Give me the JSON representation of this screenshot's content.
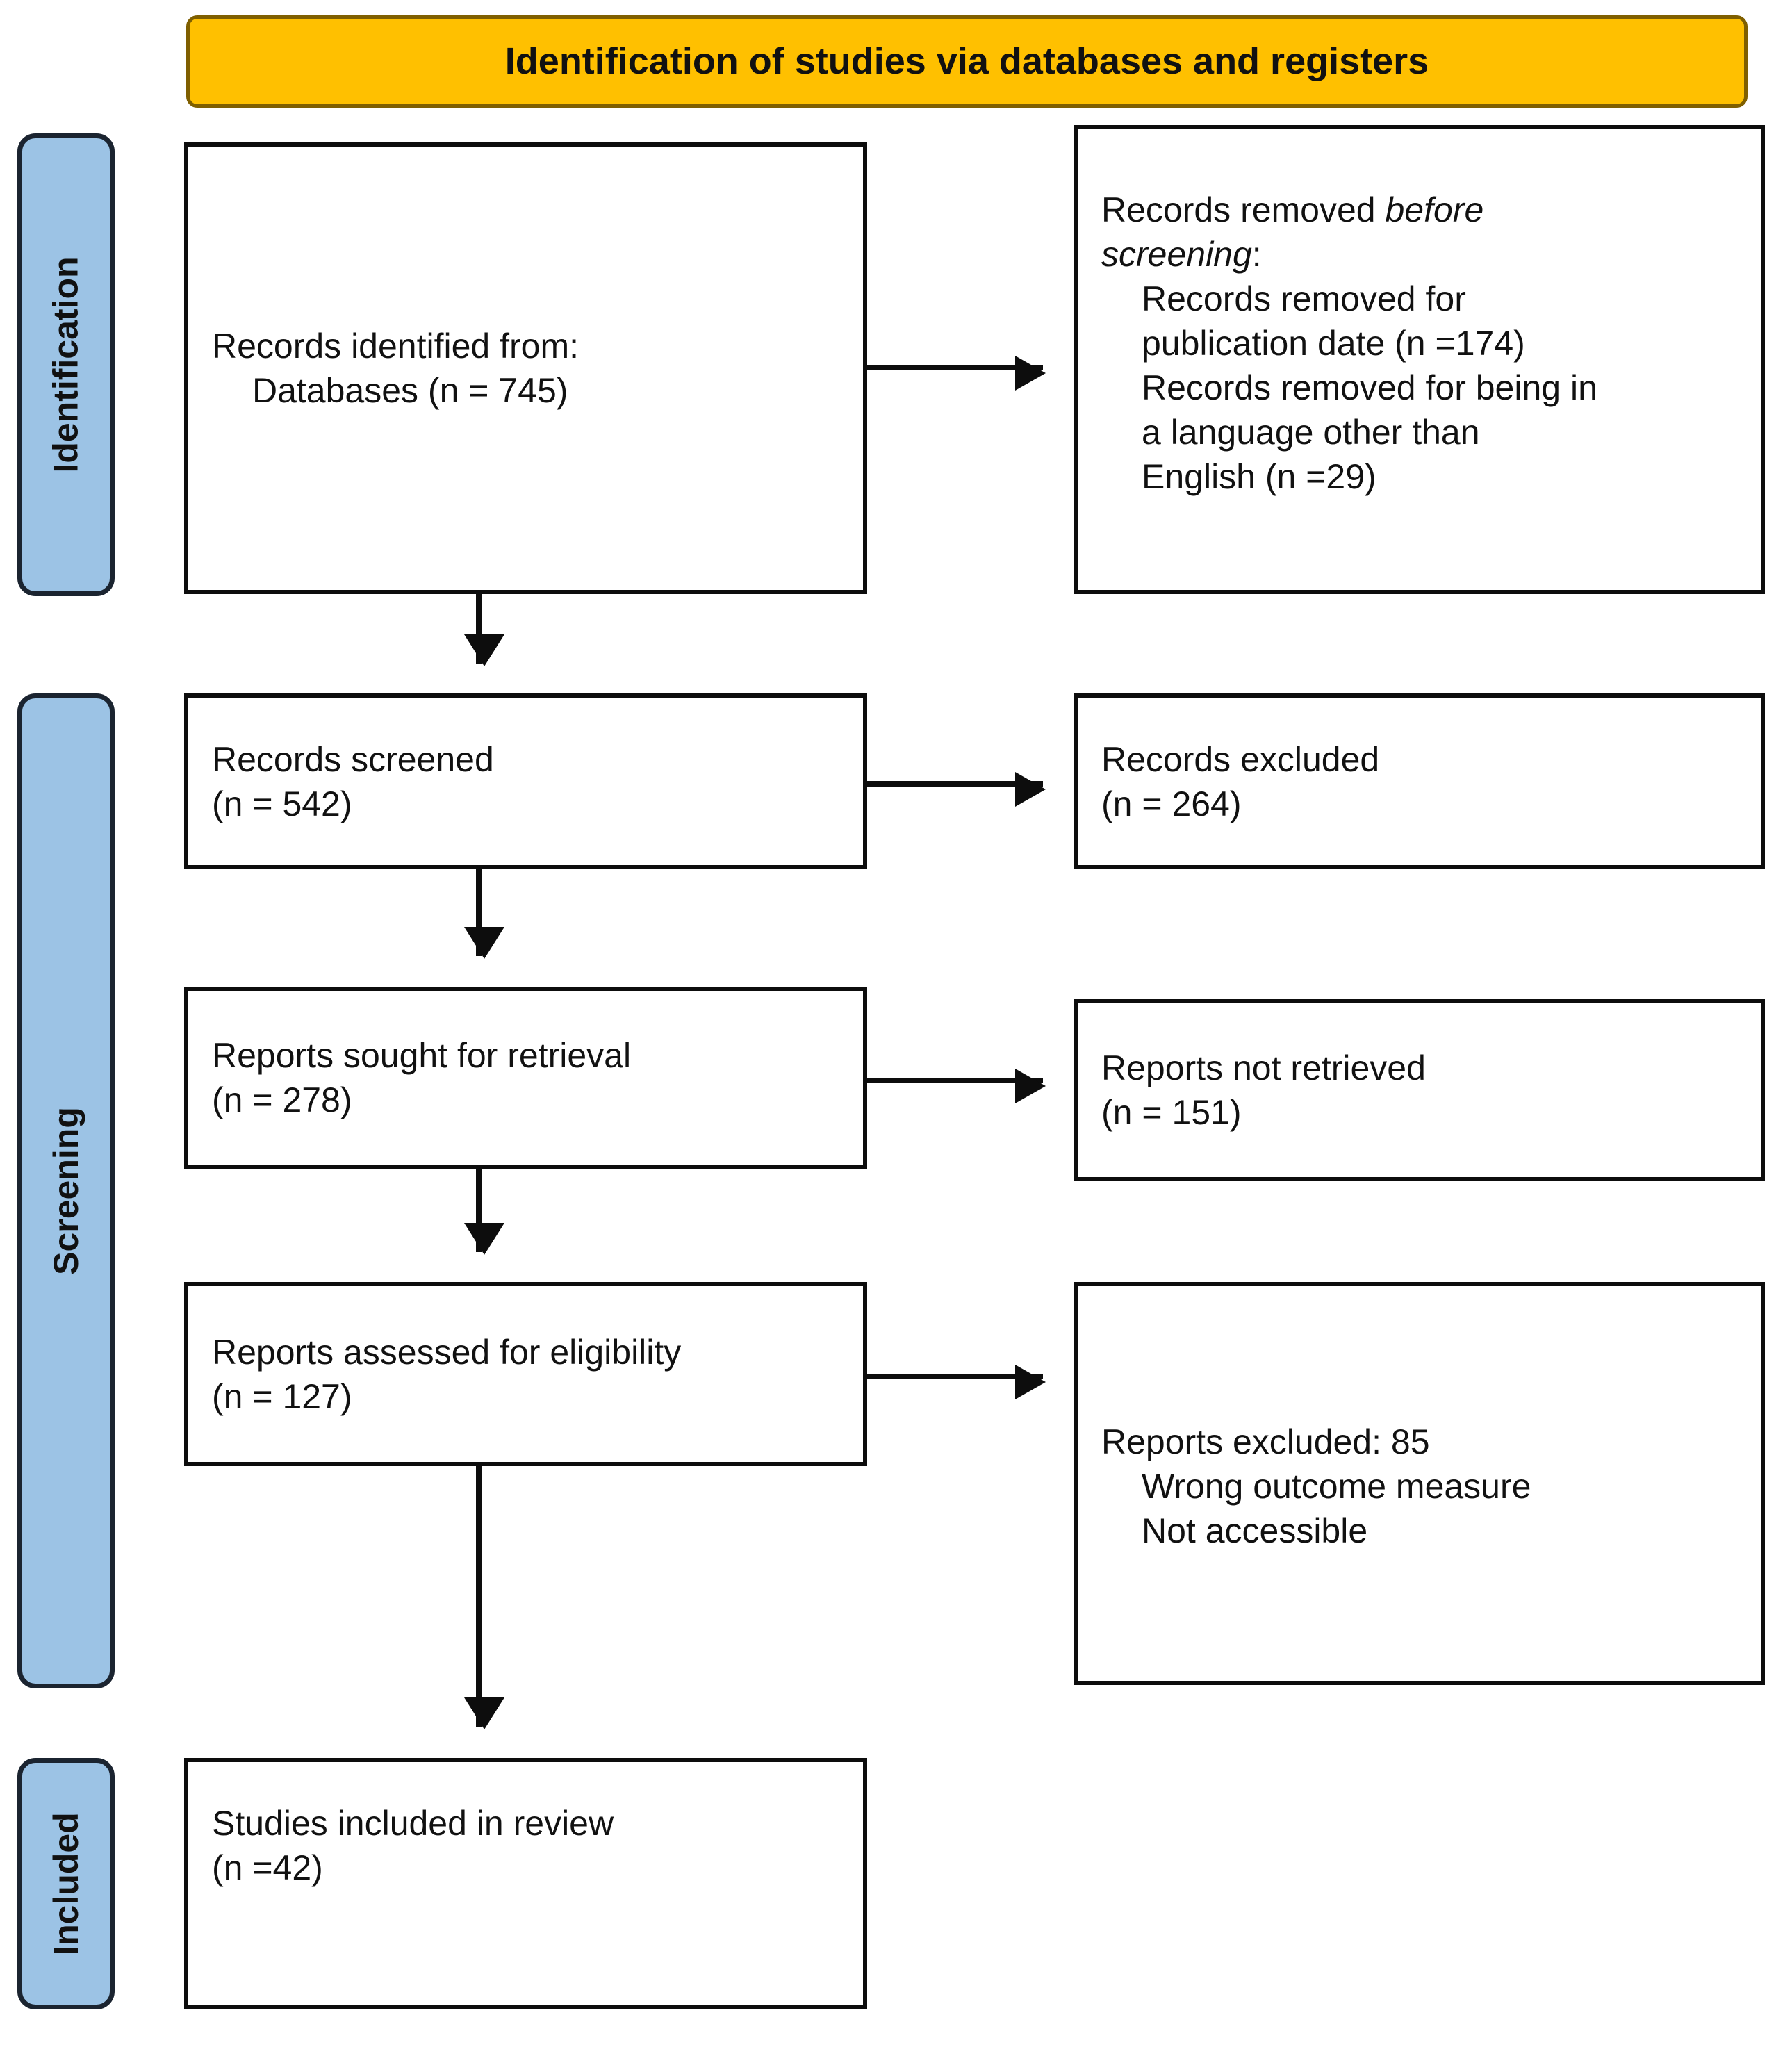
{
  "header": {
    "title": "Identification of studies via databases and registers",
    "banner_color": "#FFC000"
  },
  "stages": [
    {
      "label": "Identification"
    },
    {
      "label": "Screening"
    },
    {
      "label": "Included"
    }
  ],
  "boxes": {
    "records_identified": {
      "line1": "Records identified from:",
      "line2": "Databases (n = 745)"
    },
    "records_removed": {
      "line1_a": "Records removed ",
      "line1_b": "before",
      "line2_a": "screening",
      "line2_b": ":",
      "line3": "Records removed for",
      "line4": "publication date (n =174)",
      "line5": "Records removed for being in",
      "line6": "a language other than",
      "line7": "English (n =29)"
    },
    "records_screened": {
      "line1": "Records screened",
      "line2": "(n = 542)"
    },
    "records_excluded": {
      "line1": "Records excluded",
      "line2": "(n = 264)"
    },
    "reports_sought": {
      "line1": "Reports sought for retrieval",
      "line2": "(n = 278)"
    },
    "reports_not_retrieved": {
      "line1": "Reports not retrieved",
      "line2": "(n = 151)"
    },
    "reports_assessed": {
      "line1": "Reports assessed for eligibility",
      "line2": "(n = 127)"
    },
    "reports_excluded": {
      "line1": "Reports excluded: 85",
      "line2": "Wrong outcome measure",
      "line3": "Not accessible"
    },
    "studies_included": {
      "line1": "Studies included in review",
      "line2": "(n =42)"
    }
  },
  "chart_data": {
    "type": "diagram",
    "title": "Identification of studies via databases and registers",
    "diagram_kind": "PRISMA 2020 flow diagram",
    "stages": [
      "Identification",
      "Screening",
      "Included"
    ],
    "nodes": [
      {
        "id": "records_identified",
        "stage": "Identification",
        "label": "Records identified from: Databases",
        "n": 745
      },
      {
        "id": "records_removed",
        "stage": "Identification",
        "label": "Records removed before screening",
        "items": [
          {
            "label": "Records removed for publication date",
            "n": 174
          },
          {
            "label": "Records removed for being in a language other than English",
            "n": 29
          }
        ]
      },
      {
        "id": "records_screened",
        "stage": "Screening",
        "label": "Records screened",
        "n": 542
      },
      {
        "id": "records_excluded",
        "stage": "Screening",
        "label": "Records excluded",
        "n": 264
      },
      {
        "id": "reports_sought",
        "stage": "Screening",
        "label": "Reports sought for retrieval",
        "n": 278
      },
      {
        "id": "reports_not_retrieved",
        "stage": "Screening",
        "label": "Reports not retrieved",
        "n": 151
      },
      {
        "id": "reports_assessed",
        "stage": "Screening",
        "label": "Reports assessed for eligibility",
        "n": 127
      },
      {
        "id": "reports_excluded",
        "stage": "Screening",
        "label": "Reports excluded",
        "n": 85,
        "reasons": [
          "Wrong outcome measure",
          "Not accessible"
        ]
      },
      {
        "id": "studies_included",
        "stage": "Included",
        "label": "Studies included in review",
        "n": 42
      }
    ],
    "edges": [
      {
        "from": "records_identified",
        "to": "records_removed",
        "direction": "right"
      },
      {
        "from": "records_identified",
        "to": "records_screened",
        "direction": "down"
      },
      {
        "from": "records_screened",
        "to": "records_excluded",
        "direction": "right"
      },
      {
        "from": "records_screened",
        "to": "reports_sought",
        "direction": "down"
      },
      {
        "from": "reports_sought",
        "to": "reports_not_retrieved",
        "direction": "right"
      },
      {
        "from": "reports_sought",
        "to": "reports_assessed",
        "direction": "down"
      },
      {
        "from": "reports_assessed",
        "to": "reports_excluded",
        "direction": "right"
      },
      {
        "from": "reports_assessed",
        "to": "studies_included",
        "direction": "down"
      }
    ]
  }
}
